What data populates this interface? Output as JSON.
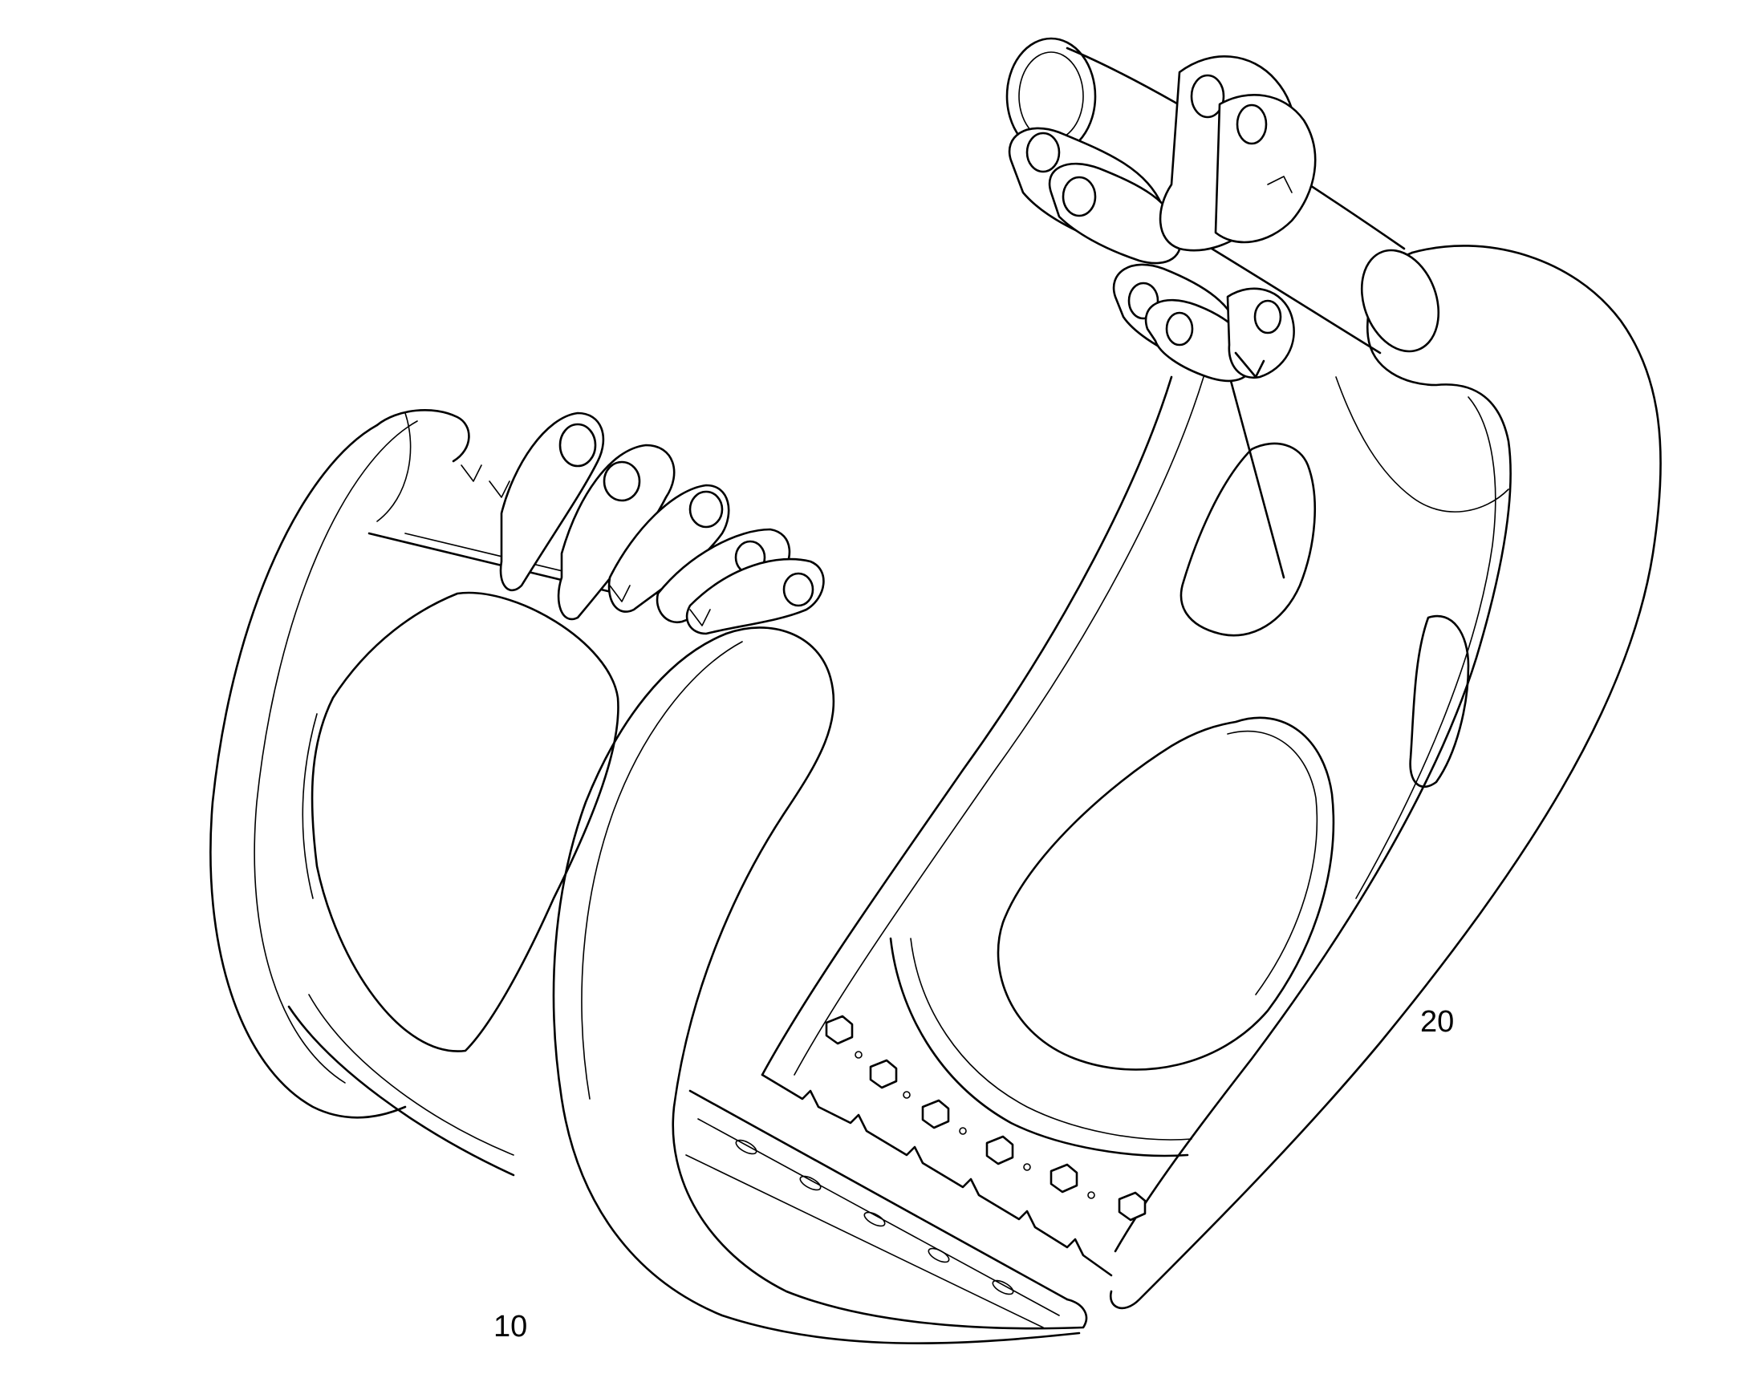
{
  "figure": {
    "reference_numerals": [
      {
        "id": "left-jaw",
        "text": "10"
      },
      {
        "id": "right-jaw",
        "text": "20"
      }
    ]
  }
}
